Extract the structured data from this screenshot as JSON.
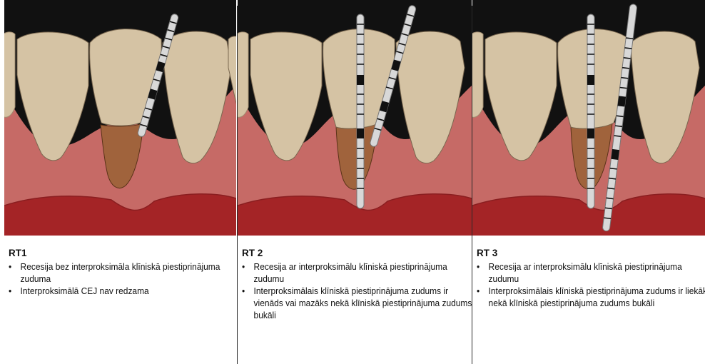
{
  "panels": [
    {
      "title": "RT1",
      "bullets": [
        "Recesija bez interproksimāla klīniskā piestiprinājuma zuduma",
        "Interproksimālā CEJ nav redzama"
      ]
    },
    {
      "title": "RT 2",
      "bullets": [
        "Recesija ar interproksimālu klīniskā piestiprinājuma zudumu",
        "Interproksimālais klīniskā piestiprinājuma zudums ir vienāds vai mazāks nekā klīniskā piestiprinājuma zudums bukāli"
      ]
    },
    {
      "title": "RT 3",
      "bullets": [
        "Recesija ar interproksimālu klīniskā piestiprinājuma zudumu",
        "Interproksimālais klīniskā piestiprinājuma zudums ir liekāks nekā klīniskā piestiprinājuma zudums bukāli"
      ]
    }
  ],
  "bullet_glyph": "•",
  "colors": {
    "background": "#111111",
    "tooth": "#d5c3a4",
    "gum": "#c26662",
    "gum_deep": "#a42426",
    "root": "#a0633c",
    "probe": "#d8d8d8"
  },
  "icons": [
    "periodontal-probe",
    "tooth",
    "gingiva"
  ]
}
